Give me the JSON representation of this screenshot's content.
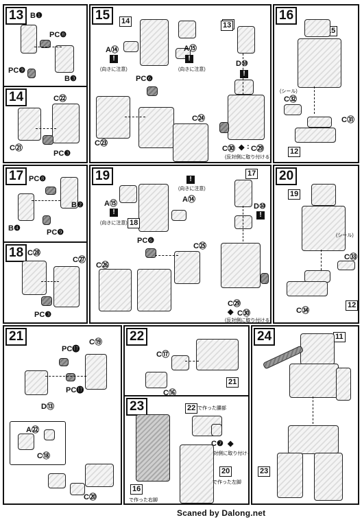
{
  "steps": {
    "s13": {
      "number": "13",
      "labels": {
        "b1": "B❶",
        "pcb": "PC❽",
        "pcj": "PC❾",
        "b3": "B❸"
      }
    },
    "s14": {
      "number": "14",
      "labels": {
        "c22": "C㉒",
        "c21": "C㉑",
        "pcc": "PC❸"
      }
    },
    "s15": {
      "number": "15",
      "refs": {
        "r14": "14",
        "r13": "13"
      },
      "labels": {
        "a14": "A⑭",
        "a15": "A⑮",
        "pcf": "PC❻",
        "c24": "C㉔",
        "c23": "C㉓",
        "d10": "D⑩",
        "c30": "C㉚",
        "c29": "C㉙",
        "sep": ":"
      },
      "notes": {
        "dir1": "(向きに注意)",
        "dir2": "(向きに注意)",
        "opposite": "(反対側に取り付ける)"
      }
    },
    "s16": {
      "number": "16",
      "refs": {
        "r15": "15",
        "r12": "12"
      },
      "labels": {
        "c32": "C㉜",
        "c31": "C㉛"
      },
      "notes": {
        "seal": "(シール)"
      }
    },
    "s17": {
      "number": "17",
      "labels": {
        "pcb": "PC❽",
        "b2": "B❷",
        "b4": "B❹",
        "pcj": "PC❾"
      }
    },
    "s18": {
      "number": "18",
      "labels": {
        "c28": "C㉘",
        "c27": "C㉗",
        "pcc": "PC❸"
      }
    },
    "s19": {
      "number": "19",
      "refs": {
        "r18": "18",
        "r17": "17"
      },
      "labels": {
        "a15": "A⑮",
        "a14": "A⑭",
        "pcf": "PC❻",
        "c25": "C㉕",
        "c26": "C㉖",
        "d10": "D⑩",
        "c29": "C㉙",
        "c30": "C㉚"
      },
      "notes": {
        "dir1": "(向きに注意)",
        "dir2": "(向きに注意)",
        "opposite": "(反対側に取り付ける)"
      }
    },
    "s20": {
      "number": "20",
      "refs": {
        "r19": "19",
        "r12": "12"
      },
      "labels": {
        "c33": "C㉝",
        "c34": "C㉞"
      },
      "notes": {
        "seal": "(シール)"
      }
    },
    "s21": {
      "number": "21",
      "labels": {
        "pcn1": "PC⓱",
        "c19": "C⑲",
        "pcn2": "PC⓱",
        "d13": "D⑬",
        "a22": "A㉒",
        "c18": "C⑱",
        "c20": "C⑳"
      }
    },
    "s22": {
      "number": "22",
      "refs": {
        "r21": "21"
      },
      "labels": {
        "c17": "C⑰",
        "c16": "C⑯"
      }
    },
    "s23": {
      "number": "23",
      "refs": {
        "r22": "22",
        "r20": "20",
        "r16": "16"
      },
      "labels": {
        "c7": "C❼"
      },
      "notes": {
        "waist": "で作った腰部",
        "leftleg": "で作った左脚",
        "rightleg": "で作った右脚",
        "opposite": "(反対側に取り付ける)"
      }
    },
    "s24": {
      "number": "24",
      "refs": {
        "r11": "11",
        "r23": "23"
      }
    }
  },
  "footer": "Scaned by Dalong.net"
}
